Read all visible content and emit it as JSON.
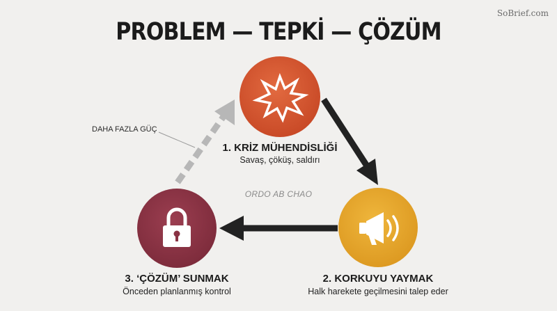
{
  "watermark": "SoBrief.com",
  "title": "PROBLEM — TEPKİ — ÇÖZÜM",
  "center_label": "ORDO AB CHAO",
  "side_label": "DAHA FAZLA GÜÇ",
  "steps": [
    {
      "title": "1. KRİZ MÜHENDİSLİĞİ",
      "subtitle": "Savaş, çöküş, saldırı",
      "color": "#d4562f",
      "icon": "explosion-icon"
    },
    {
      "title": "2. KORKUYU YAYMAK",
      "subtitle": "Halk harekete geçilmesini talep eder",
      "color": "#e4a52e",
      "icon": "megaphone-icon"
    },
    {
      "title": "3. ‘ÇÖZÜM’ SUNMAK",
      "subtitle": "Önceden planlanmış kontrol",
      "color": "#8a3344",
      "icon": "padlock-icon"
    }
  ],
  "colors": {
    "arrow": "#222222",
    "dashed_arrow": "#b7b7b7",
    "background": "#f1f0ee"
  }
}
